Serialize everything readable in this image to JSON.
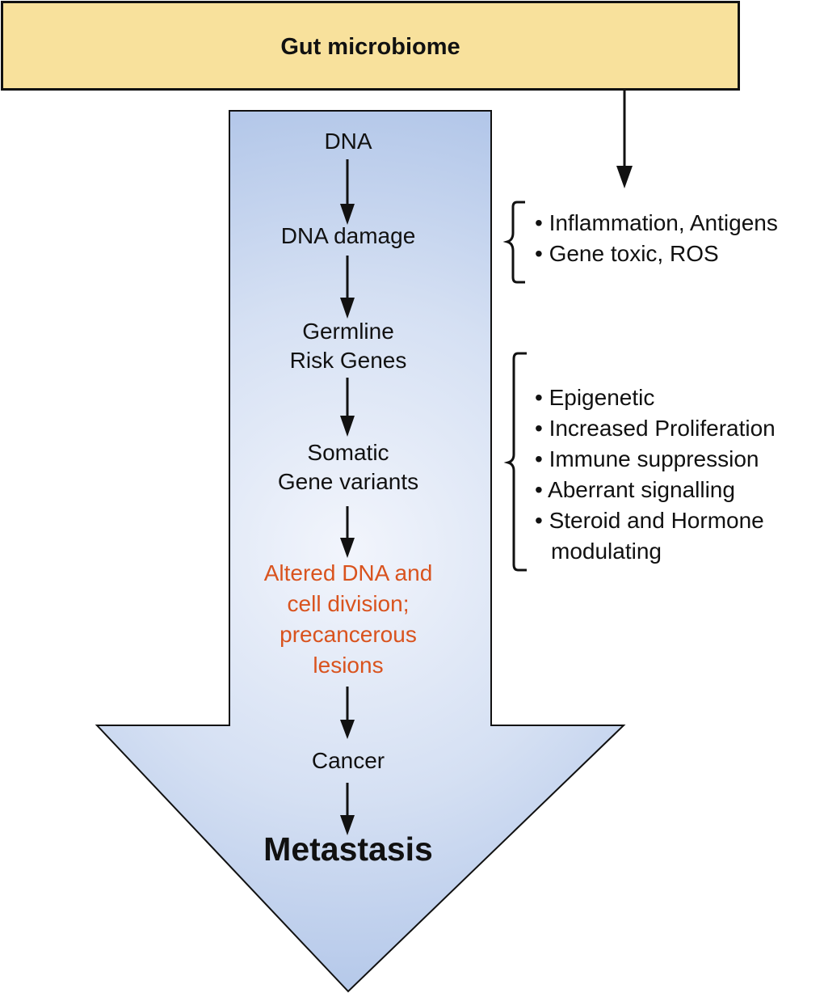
{
  "header": {
    "title": "Gut microbiome"
  },
  "pathway": {
    "steps": [
      {
        "lines": [
          "DNA"
        ]
      },
      {
        "lines": [
          "DNA damage"
        ]
      },
      {
        "lines": [
          "Germline",
          "Risk Genes"
        ]
      },
      {
        "lines": [
          "Somatic",
          "Gene variants"
        ]
      },
      {
        "lines": [
          "Altered DNA and",
          "cell division;",
          "precancerous",
          "lesions"
        ],
        "highlight": true
      },
      {
        "lines": [
          "Cancer"
        ]
      }
    ],
    "final": "Metastasis"
  },
  "side_groups": [
    {
      "items": [
        "• Inflammation, Antigens",
        "• Gene toxic, ROS"
      ]
    },
    {
      "items": [
        "• Epigenetic",
        "• Increased Proliferation",
        "• Immune suppression",
        "• Aberrant signalling",
        "• Steroid and Hormone",
        "modulating"
      ]
    }
  ],
  "colors": {
    "header_fill": "#f8e19c",
    "arrow_fill_dark": "#b8cbea",
    "arrow_fill_light": "#eef2fb",
    "highlight_text": "#d9531e",
    "ink": "#111111"
  }
}
